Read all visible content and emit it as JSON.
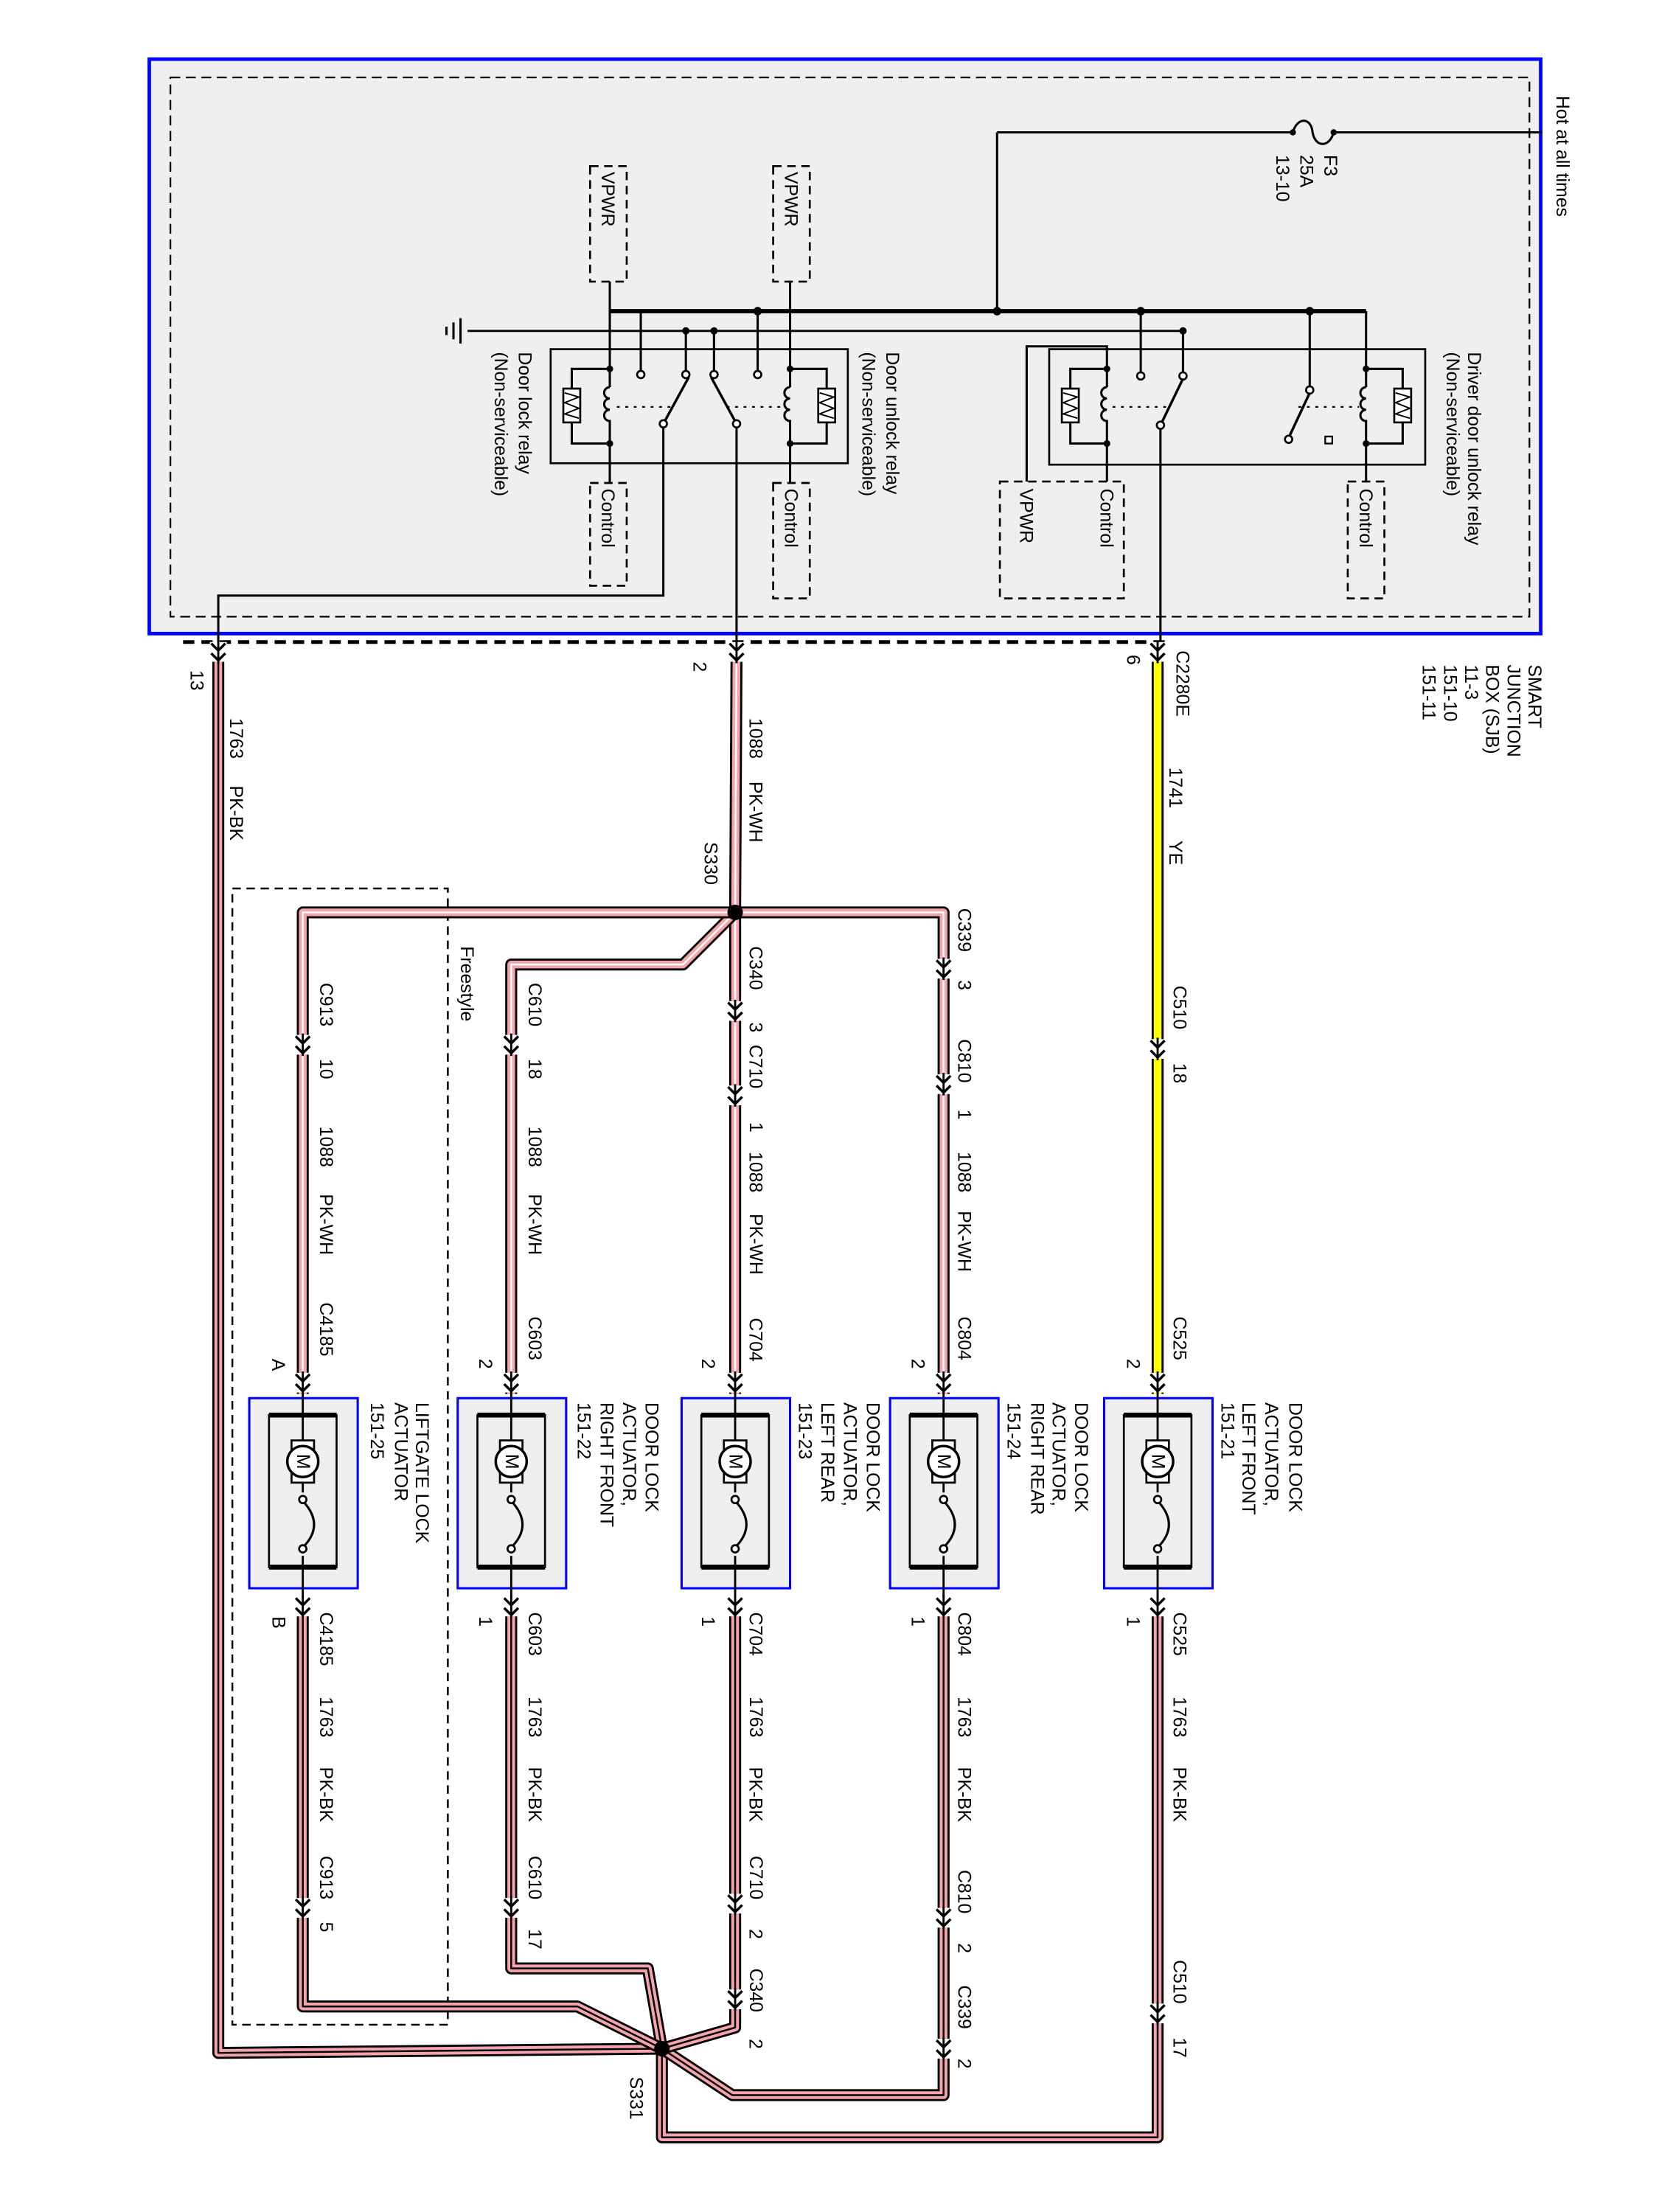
{
  "sjb": {
    "hot_label": "Hot at all times",
    "fuse": {
      "name": "F3",
      "rating": "25A",
      "location": "13-10"
    },
    "title_lines": [
      "SMART",
      "JUNCTION",
      "BOX (SJB)",
      "11-3",
      "151-10",
      "151-11"
    ],
    "connector": "C2280E",
    "pins": [
      "6",
      "2",
      "13"
    ],
    "relays": {
      "driver_unlock": {
        "name": "Driver door unlock relay",
        "note": "(Non-serviceable)"
      },
      "unlock": {
        "name": "Door unlock relay",
        "note": "(Non-serviceable)"
      },
      "lock": {
        "name": "Door lock relay",
        "note": "(Non-serviceable)"
      }
    },
    "terminals": {
      "control": "Control",
      "vpwr": "VPWR"
    }
  },
  "feed": {
    "lock": {
      "circuit": "1763",
      "color": "PK-BK"
    },
    "unlock": {
      "circuit": "1088",
      "color": "PK-WH"
    }
  },
  "splices": {
    "s330": "S330",
    "s331": "S331"
  },
  "option_label": "Freestyle",
  "motor_symbol": "M",
  "branches": {
    "left_front": {
      "top": {
        "circuit": "1741",
        "color": "YE",
        "connector_1": "C510",
        "pin_1": "18",
        "device_connector": "C525",
        "device_pin": "2"
      },
      "bottom": {
        "device_connector": "C525",
        "device_pin": "1",
        "circuit": "1763",
        "color": "PK-BK",
        "connector_1": "C510",
        "pin_1": "17"
      }
    },
    "right_rear": {
      "top": {
        "connector_1": "C339",
        "pin_1": "3",
        "connector_2": "C810",
        "pin_2": "1",
        "circuit": "1088",
        "color": "PK-WH",
        "device_connector": "C804",
        "device_pin": "2"
      },
      "bottom": {
        "device_connector": "C804",
        "device_pin": "1",
        "circuit": "1763",
        "color": "PK-BK",
        "connector_2": "C810",
        "pin_2": "2",
        "connector_1": "C339",
        "pin_1": "2"
      }
    },
    "left_rear": {
      "top": {
        "connector_1": "C340",
        "pin_1": "3",
        "connector_2": "C710",
        "pin_2": "1",
        "circuit": "1088",
        "color": "PK-WH",
        "device_connector": "C704",
        "device_pin": "2"
      },
      "bottom": {
        "device_connector": "C704",
        "device_pin": "1",
        "circuit": "1763",
        "color": "PK-BK",
        "connector_2": "C710",
        "pin_2": "2",
        "connector_1": "C340",
        "pin_1": "2"
      }
    },
    "right_front": {
      "top": {
        "connector_1": "C610",
        "pin_1": "18",
        "circuit": "1088",
        "color": "PK-WH",
        "device_connector": "C603",
        "device_pin": "2"
      },
      "bottom": {
        "device_connector": "C603",
        "device_pin": "1",
        "circuit": "1763",
        "color": "PK-BK",
        "connector_1": "C610",
        "pin_1": "17"
      }
    },
    "liftgate": {
      "top": {
        "connector_1": "C913",
        "pin_1": "10",
        "circuit": "1088",
        "color": "PK-WH",
        "device_connector": "C4185",
        "device_pin": "A"
      },
      "bottom": {
        "device_connector": "C4185",
        "device_pin": "B",
        "circuit": "1763",
        "color": "PK-BK",
        "connector_1": "C913",
        "pin_1": "5"
      }
    }
  },
  "actuators": {
    "left_front": [
      "DOOR LOCK",
      "ACTUATOR,",
      "LEFT FRONT",
      "151-21"
    ],
    "right_rear": [
      "DOOR LOCK",
      "ACTUATOR,",
      "RIGHT REAR",
      "151-24"
    ],
    "left_rear": [
      "DOOR LOCK",
      "ACTUATOR,",
      "LEFT REAR",
      "151-23"
    ],
    "right_front": [
      "DOOR LOCK",
      "ACTUATOR,",
      "RIGHT FRONT",
      "151-22"
    ],
    "liftgate": [
      "LIFTGATE LOCK",
      "ACTUATOR",
      "151-25"
    ]
  },
  "colors": {
    "wire_pink": "#f5a3ad",
    "wire_yellow": "#ffff00",
    "component_border": "#0000ff",
    "box_fill": "#efefef"
  }
}
